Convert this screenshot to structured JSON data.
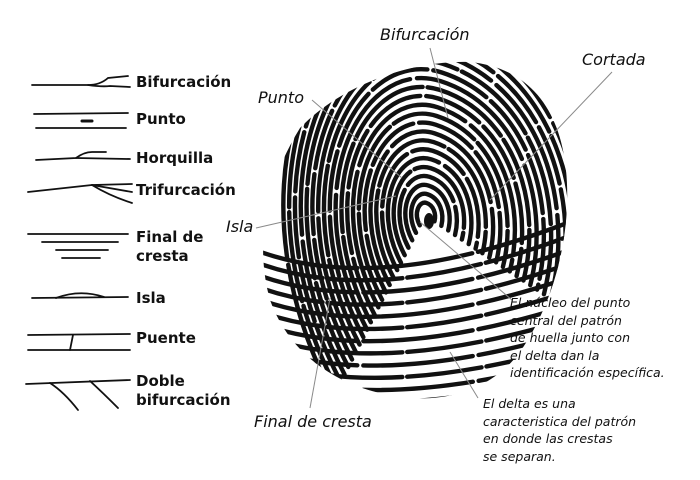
{
  "legend": {
    "items": [
      {
        "label": "Bifurcación",
        "icon": "bifurcation-icon"
      },
      {
        "label": "Punto",
        "icon": "dot-icon"
      },
      {
        "label": "Horquilla",
        "icon": "spur-icon"
      },
      {
        "label": "Trifurcación",
        "icon": "trifurcation-icon"
      },
      {
        "label": "Final de\ncresta",
        "icon": "ridge-ending-icon"
      },
      {
        "label": "Isla",
        "icon": "island-icon"
      },
      {
        "label": "Puente",
        "icon": "bridge-icon"
      },
      {
        "label": "Doble\nbifurcación",
        "icon": "double-bifurcation-icon"
      }
    ]
  },
  "callouts": {
    "bifurcacion": "Bifurcación",
    "cortada": "Cortada",
    "punto": "Punto",
    "isla": "Isla",
    "final_cresta": "Final de cresta"
  },
  "notes": {
    "nucleo": "El núcleo del punto\ncentral del patrón\nde huella junto con\nel delta dan la\nidentificación específica.",
    "delta": "El delta es una\ncaracteristica del patrón\nen donde las crestas\nse separan."
  },
  "colors": {
    "ink": "#111111",
    "leader": "#8a8a8a",
    "background": "#ffffff"
  }
}
